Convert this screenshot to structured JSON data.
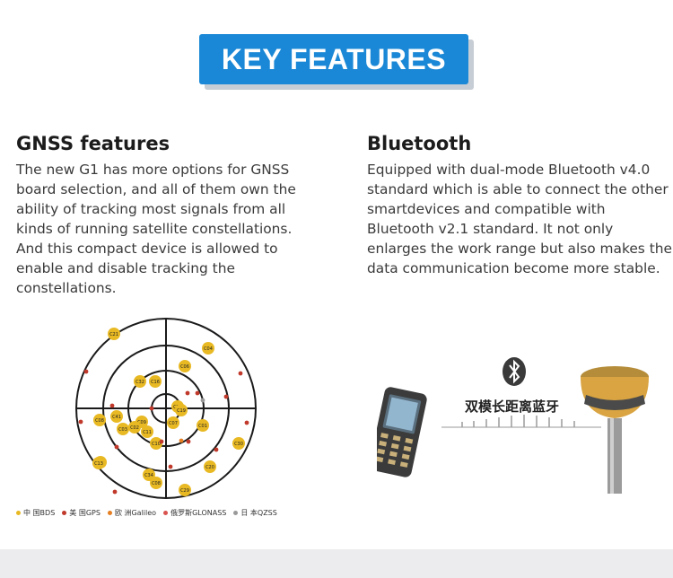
{
  "banner": {
    "title": "KEY FEATURES"
  },
  "gnss": {
    "heading": "GNSS features",
    "body": "The new G1 has more options for GNSS board selection, and all of them own the ability of tracking most signals from all kinds of running satellite constellations. And this compact device is allowed to enable and disable tracking the constellations."
  },
  "bluetooth": {
    "heading": "Bluetooth",
    "body": "Equipped with dual-mode Bluetooth v4.0 standard which is able to connect the other smartdevices and compatible with Bluetooth v2.1 standard. It not only enlarges the work range but also makes the data communication become more stable.",
    "banner_label": "双模长距离蓝牙"
  },
  "legend": [
    {
      "label": "中 国BDS",
      "color": "#e8b923"
    },
    {
      "label": "美 国GPS",
      "color": "#c0392b"
    },
    {
      "label": "欧 洲Galileo",
      "color": "#e67e22"
    },
    {
      "label": "俄罗斯GLONASS",
      "color": "#d9534f"
    },
    {
      "label": "日 本QZSS",
      "color": "#999999"
    }
  ],
  "satellites": [
    "C21",
    "C04",
    "C08",
    "C35",
    "C06",
    "C32",
    "C16",
    "C19",
    "C07",
    "C09",
    "C41",
    "C02",
    "C03",
    "C10",
    "C11",
    "C01",
    "C14",
    "C30",
    "C13",
    "C34",
    "C20",
    "C08",
    "C29"
  ],
  "colors": {
    "banner": "#1a88d6",
    "bds": "#e8b923"
  }
}
